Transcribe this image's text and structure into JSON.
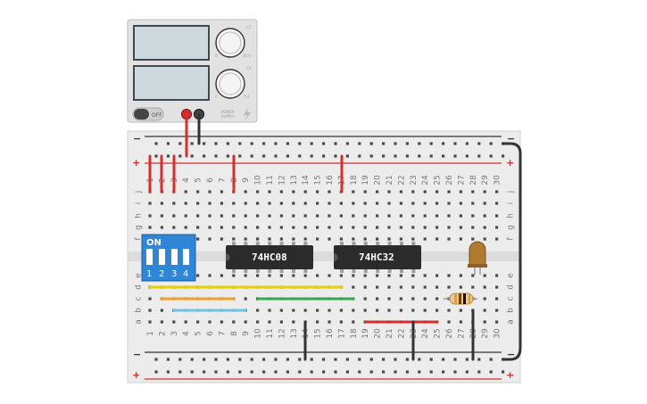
{
  "power_supply": {
    "switch_label": "OFF",
    "brand_label_line1": "POWER",
    "brand_label_line2": "SUPPLY",
    "voltage_knob_min": "0",
    "voltage_knob_max": "10 V",
    "voltage_knob_mode": "CC",
    "current_knob_min": "0",
    "current_knob_max": "5 A",
    "current_knob_mode": "CV",
    "bolt_icon": "lightning-bolt-icon"
  },
  "breadboard": {
    "columns": [
      "1",
      "2",
      "3",
      "4",
      "5",
      "6",
      "7",
      "8",
      "9",
      "10",
      "11",
      "12",
      "13",
      "14",
      "15",
      "16",
      "17",
      "18",
      "19",
      "20",
      "21",
      "22",
      "23",
      "24",
      "25",
      "26",
      "27",
      "28",
      "29",
      "30"
    ],
    "rows_top": [
      "j",
      "i",
      "h",
      "g",
      "f"
    ],
    "rows_bottom": [
      "e",
      "d",
      "c",
      "b",
      "a"
    ],
    "rail_minus": "−",
    "rail_plus": "+"
  },
  "components": {
    "dip_switch": {
      "state_label": "ON",
      "switch_numbers": [
        "1",
        "2",
        "3",
        "4"
      ]
    },
    "chip_and": {
      "label": "74HC08"
    },
    "chip_or": {
      "label": "74HC32"
    },
    "led_color": "#b07a2f",
    "resistor_bands": [
      "#e3a21a",
      "#7a3d00",
      "#111111",
      "#d4a017"
    ]
  },
  "colors": {
    "wire_red": "#d32f2f",
    "wire_black": "#333333",
    "wire_yellow": "#e6d000",
    "wire_orange": "#f0a030",
    "wire_green": "#34a853",
    "wire_blue": "#6fc3e8",
    "dip_blue": "#2f86d6",
    "chip_black": "#2b2b2b",
    "board_bg": "#ececec"
  }
}
